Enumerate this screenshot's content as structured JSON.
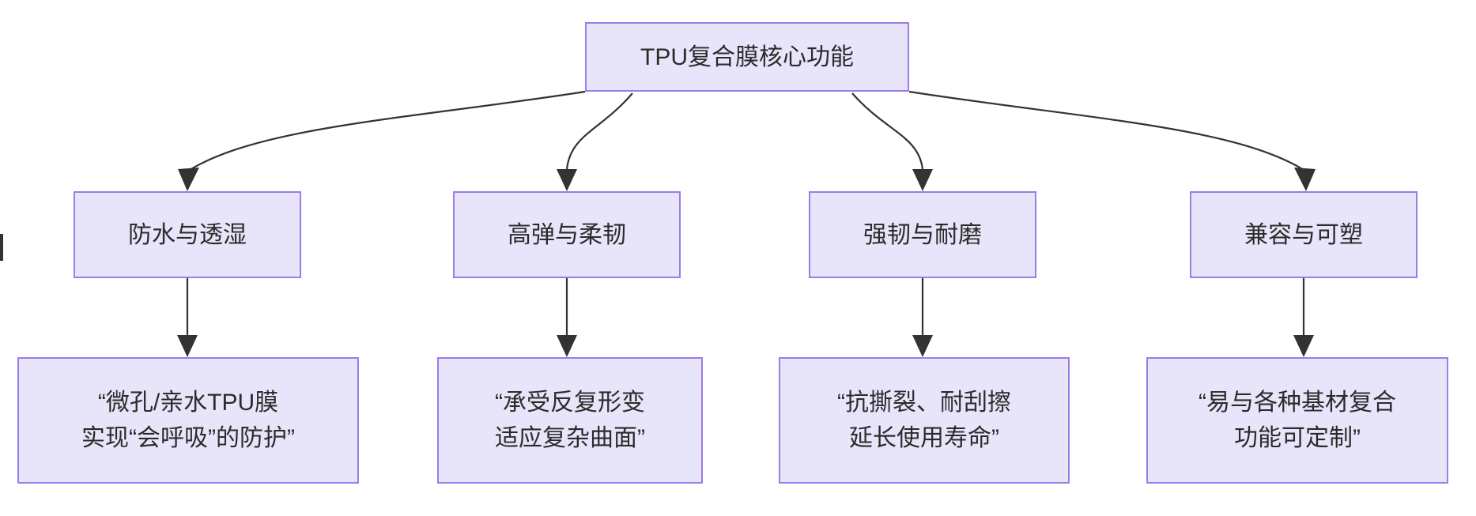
{
  "diagram": {
    "type": "flowchart",
    "direction": "top-down",
    "title": "TPU复合膜核心功能",
    "colors": {
      "node_fill": "#E8E5FA",
      "node_border": "#9D7BE8",
      "edge_stroke": "#333333",
      "text": "#2b2b2b",
      "background": "#ffffff"
    },
    "root": {
      "id": "root",
      "label": "TPU复合膜核心功能"
    },
    "branches": [
      {
        "id": "branch-1",
        "label": "防水与透湿",
        "detail": "“微孔/亲水TPU膜\n实现“会呼吸”的防护”"
      },
      {
        "id": "branch-2",
        "label": "高弹与柔韧",
        "detail": "“承受反复形变\n适应复杂曲面”"
      },
      {
        "id": "branch-3",
        "label": "强韧与耐磨",
        "detail": "“抗撕裂、耐刮擦\n延长使用寿命”"
      },
      {
        "id": "branch-4",
        "label": "兼容与可塑",
        "detail": "“易与各种基材复合\n功能可定制”"
      }
    ],
    "edges": [
      {
        "from": "root",
        "to": "branch-1",
        "style": "curved",
        "arrow": "triangle"
      },
      {
        "from": "root",
        "to": "branch-2",
        "style": "curved",
        "arrow": "triangle"
      },
      {
        "from": "root",
        "to": "branch-3",
        "style": "curved",
        "arrow": "triangle"
      },
      {
        "from": "root",
        "to": "branch-4",
        "style": "curved",
        "arrow": "triangle"
      },
      {
        "from": "branch-1",
        "to": "detail-1",
        "style": "straight",
        "arrow": "triangle"
      },
      {
        "from": "branch-2",
        "to": "detail-2",
        "style": "straight",
        "arrow": "triangle"
      },
      {
        "from": "branch-3",
        "to": "detail-3",
        "style": "straight",
        "arrow": "triangle"
      },
      {
        "from": "branch-4",
        "to": "detail-4",
        "style": "straight",
        "arrow": "triangle"
      }
    ]
  }
}
